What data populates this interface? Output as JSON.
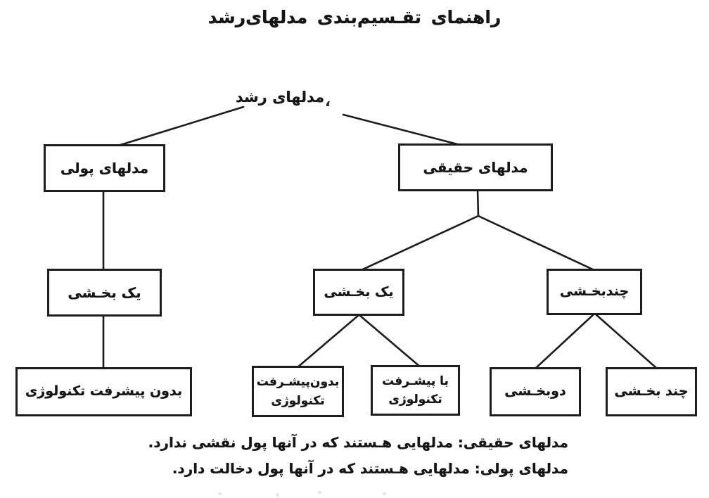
{
  "page": {
    "background_color": "#ffffff",
    "ink_color": "#1b1b1b"
  },
  "title": "راهنمای تقـسیم‌بندی مدلهای‌رشد",
  "tree": {
    "root": {
      "label": "مدلهای رشد",
      "mark": "،"
    },
    "level1": [
      {
        "id": "monetary-models",
        "label": "مدلهای پولی"
      },
      {
        "id": "real-models",
        "label": "مدلهای حقیقی"
      }
    ],
    "level2": [
      {
        "id": "one-sector-monetary",
        "label": "یک بخـشی"
      },
      {
        "id": "one-sector-real",
        "label": "یک بخـشی"
      },
      {
        "id": "multi-sector-real",
        "label": "چندبخـشی"
      }
    ],
    "level3": [
      {
        "id": "no-tech-progress-monetary",
        "label": "بدون پیشرفت تکنولوژی"
      },
      {
        "id": "no-tech-progress-real",
        "lines": [
          "بدون‌پیشـرفت",
          "تکنولوژی"
        ]
      },
      {
        "id": "with-tech-progress-real",
        "lines": [
          "با پیشـرفت",
          "تکنولوژی"
        ]
      },
      {
        "id": "two-sector",
        "label": "دوبخـشی"
      },
      {
        "id": "multi-sector-leaf",
        "label": "چند بخـشی"
      }
    ]
  },
  "notes": [
    "مدلهای حقیقی: مدلهایی هـستند که در آنها پول نقشی ندارد.",
    "مدلهای پولی: مدلهایی هـستند که در آنها پول دخالت دارد."
  ]
}
